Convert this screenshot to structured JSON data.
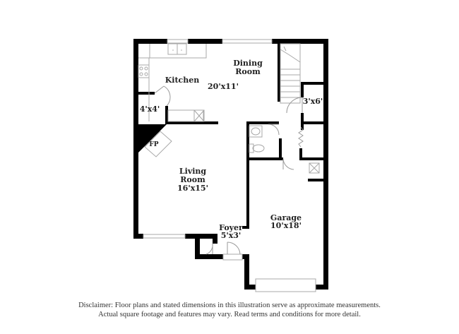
{
  "floorplan": {
    "rooms": [
      {
        "id": "kitchen",
        "name": "Kitchen",
        "dimensions": ""
      },
      {
        "id": "dining",
        "name_line1": "Dining",
        "name_line2": "Room",
        "dimensions": "20'x11'"
      },
      {
        "id": "pantry",
        "name": "",
        "dimensions": "4'x4'"
      },
      {
        "id": "closet",
        "name": "",
        "dimensions": "3'x6'"
      },
      {
        "id": "living",
        "name_line1": "Living",
        "name_line2": "Room",
        "dimensions": "16'x15'"
      },
      {
        "id": "foyer",
        "name": "Foyer",
        "dimensions": "5'x3'"
      },
      {
        "id": "garage",
        "name": "Garage",
        "dimensions": "10'x18'"
      }
    ],
    "fireplace_label": "FP",
    "colors": {
      "wall": "#000000",
      "fixture": "#a8a8a8",
      "text": "#222222",
      "background": "#ffffff"
    }
  },
  "disclaimer": {
    "line1": "Disclaimer: Floor plans and stated dimensions in this illustration serve as approximate measurements.",
    "line2": "Actual square footage and features may vary. Read terms and conditions for more detail."
  }
}
